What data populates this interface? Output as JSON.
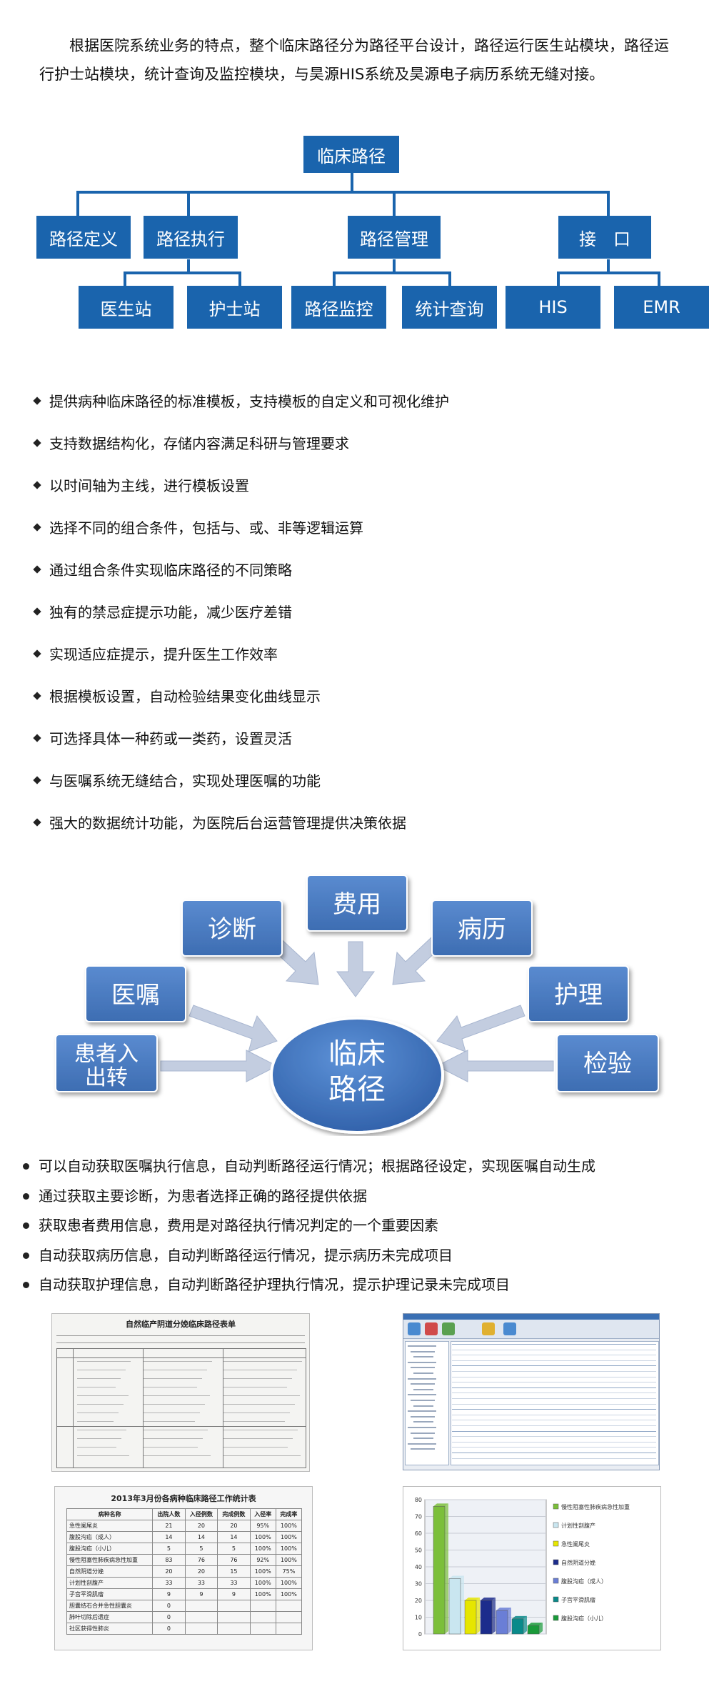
{
  "intro": "根据医院系统业务的特点，整个临床路径分为路径平台设计，路径运行医生站模块，路径运行护士站模块，统计查询及监控模块，与昊源HIS系统及昊源电子病历系统无缝对接。",
  "tree": {
    "root": "临床路径",
    "level1": [
      "路径定义",
      "路径执行",
      "路径管理",
      "接　口"
    ],
    "level2": [
      "医生站",
      "护士站",
      "路径监控",
      "统计查询",
      "HIS",
      "EMR"
    ]
  },
  "features": [
    "提供病种临床路径的标准模板，支持模板的自定义和可视化维护",
    "支持数据结构化，存储内容满足科研与管理要求",
    "以时间轴为主线，进行模板设置",
    "选择不同的组合条件，包括与、或、非等逻辑运算",
    "通过组合条件实现临床路径的不同策略",
    "独有的禁忌症提示功能，减少医疗差错",
    "实现适应症提示，提升医生工作效率",
    "根据模板设置，自动检验结果变化曲线显示",
    "可选择具体一种药或一类药，设置灵活",
    "与医嘱系统无缝结合，实现处理医嘱的功能",
    "强大的数据统计功能，为医院后台运营管理提供决策依据"
  ],
  "hub": {
    "center_line1": "临床",
    "center_line2": "路径",
    "nodes": {
      "fee": "费用",
      "diag": "诊断",
      "record": "病历",
      "order": "医嘱",
      "nursing": "护理",
      "transfer_line1": "患者入",
      "transfer_line2": "出转",
      "lab": "检验"
    }
  },
  "bullets2": [
    "可以自动获取医嘱执行信息，自动判断路径运行情况；根据路径设定，实现医嘱自动生成",
    "通过获取主要诊断，为患者选择正确的路径提供依据",
    "获取患者费用信息，费用是对路径执行情况判定的一个重要因素",
    "自动获取病历信息，自动判断路径运行情况，提示病历未完成项目",
    "自动获取护理信息，自动判断路径护理执行情况，提示护理记录未完成项目"
  ],
  "thumb_form": {
    "title": "自然临产阴道分娩临床路径表单"
  },
  "thumb_table": {
    "title": "2013年3月份各病种临床路径工作统计表",
    "headers": [
      "病种名称",
      "出院人数",
      "入径例数",
      "完成例数",
      "入径率",
      "完成率"
    ],
    "rows": [
      [
        "急性阑尾炎",
        "21",
        "20",
        "20",
        "95%",
        "100%"
      ],
      [
        "腹股沟疝（成人）",
        "14",
        "14",
        "14",
        "100%",
        "100%"
      ],
      [
        "腹股沟疝（小儿）",
        "5",
        "5",
        "5",
        "100%",
        "100%"
      ],
      [
        "慢性阻塞性肺疾病急性加重",
        "83",
        "76",
        "76",
        "92%",
        "100%"
      ],
      [
        "自然阴道分娩",
        "20",
        "20",
        "15",
        "100%",
        "75%"
      ],
      [
        "计划性剖腹产",
        "33",
        "33",
        "33",
        "100%",
        "100%"
      ],
      [
        "子宫平滑肌瘤",
        "9",
        "9",
        "9",
        "100%",
        "100%"
      ],
      [
        "胆囊结石合并急性胆囊炎",
        "0",
        "",
        "",
        "",
        ""
      ],
      [
        "肺叶切除后遗症",
        "0",
        "",
        "",
        "",
        ""
      ],
      [
        "社区获得性肺炎",
        "0",
        "",
        "",
        "",
        ""
      ]
    ]
  },
  "chart_data": {
    "type": "bar",
    "yticks": [
      "0",
      "10",
      "20",
      "30",
      "40",
      "50",
      "60",
      "70",
      "80"
    ],
    "ylim": [
      0,
      80
    ],
    "series": [
      {
        "name": "慢性阻塞性肺疾病急性加重",
        "values": [
          76
        ],
        "color": "#7bbf3a"
      },
      {
        "name": "计划性剖腹产",
        "values": [
          33
        ],
        "color": "#c9e6f0"
      },
      {
        "name": "急性阑尾炎",
        "values": [
          20
        ],
        "color": "#e6e600"
      },
      {
        "name": "自然阴道分娩",
        "values": [
          20
        ],
        "color": "#1c2c8c"
      },
      {
        "name": "腹股沟疝（成人）",
        "values": [
          14
        ],
        "color": "#6a7ed6"
      },
      {
        "name": "子宫平滑肌瘤",
        "values": [
          9
        ],
        "color": "#0a8a8a"
      },
      {
        "name": "腹股沟疝（小儿）",
        "values": [
          5
        ],
        "color": "#1a9a3a"
      }
    ]
  },
  "colors": {
    "tree_box": "#1a64ad",
    "hub_box": "#4a7cc0",
    "arrow": "#c3cde0"
  }
}
